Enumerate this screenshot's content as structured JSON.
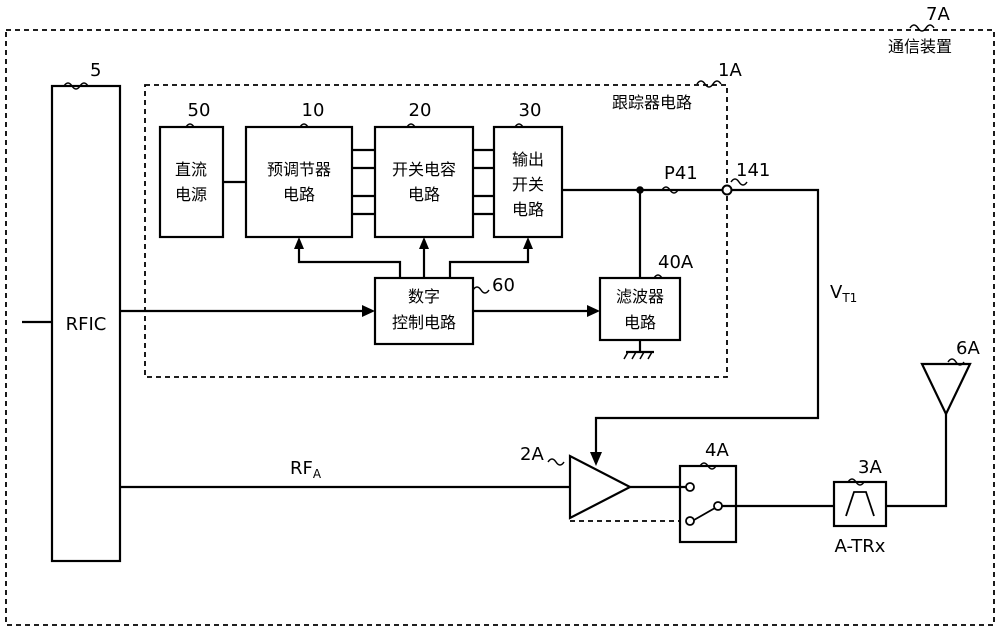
{
  "device": {
    "ref": "7A",
    "label": "通信装置"
  },
  "rfic": {
    "ref": "5",
    "label": "RFIC"
  },
  "tracker": {
    "ref": "1A",
    "label": "跟踪器电路"
  },
  "dc_power": {
    "ref": "50",
    "line1": "直流",
    "line2": "电源"
  },
  "pre_regulator": {
    "ref": "10",
    "line1": "预调节器",
    "line2": "电路"
  },
  "switched_cap": {
    "ref": "20",
    "line1": "开关电容",
    "line2": "电路"
  },
  "output_switch": {
    "ref": "30",
    "line1": "输出",
    "line2": "开关",
    "line3": "电路"
  },
  "digital_control": {
    "ref": "60",
    "line1": "数字",
    "line2": "控制电路"
  },
  "filter": {
    "ref": "40A",
    "line1": "滤波器",
    "line2": "电路"
  },
  "node_p41": "P41",
  "terminal_141": "141",
  "vt1": {
    "main": "V",
    "sub": "T1"
  },
  "rfa": {
    "main": "RF",
    "sub": "A"
  },
  "amplifier": {
    "ref": "2A"
  },
  "switch": {
    "ref": "4A"
  },
  "duplexer": {
    "ref": "3A",
    "label": "A-TRx"
  },
  "antenna": {
    "ref": "6A"
  }
}
